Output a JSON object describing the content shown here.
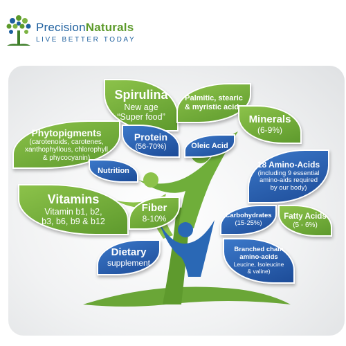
{
  "header": {
    "brand_part1": "Precision",
    "brand_part2": "Naturals",
    "tagline": "LIVE BETTER TODAY"
  },
  "colors": {
    "green_leaf": "#6aa637",
    "blue_leaf": "#2658ad",
    "brand_blue": "#1d5f9e",
    "brand_green": "#5c9a2a"
  },
  "leaves": {
    "spirulina": {
      "title": "Spirulina",
      "line1": "New age",
      "line2": "“Super food”"
    },
    "acids": {
      "line1": "Palmitic, stearic",
      "line2": "& myristic acids"
    },
    "minerals": {
      "title": "Minerals",
      "value": "(6-9%)"
    },
    "phytopigments": {
      "title": "Phytopigments",
      "line1": "(carotenoids, carotenes,",
      "line2": "xanthophyllous, chlorophyll",
      "line3": "& phycocyanin)"
    },
    "protein": {
      "title": "Protein",
      "value": "(56-70%)"
    },
    "oleic": {
      "title": "Oleic Acid"
    },
    "amino": {
      "title": "18 Amino-Acids",
      "line1": "(including 9 essential",
      "line2": "amino-aids required",
      "line3": "by our body)"
    },
    "nutrition": {
      "title": "Nutrition"
    },
    "vitamins": {
      "title": "Vitamins",
      "line1": "Vitamin b1, b2,",
      "line2": "b3, b6, b9 & b12"
    },
    "fiber": {
      "title": "Fiber",
      "value": "8-10%"
    },
    "carbs": {
      "title": "Carbohydrates",
      "value": "(15-25%)"
    },
    "fatty": {
      "title": "Fatty Acids",
      "value": "(5 - 6%)"
    },
    "dietary": {
      "title": "Dietary",
      "line1": "supplement"
    },
    "branched": {
      "title1": "Branched chain",
      "title2": "amino-acids",
      "line1": "Leucine, Isoleucine",
      "line2": "& valine)"
    }
  }
}
